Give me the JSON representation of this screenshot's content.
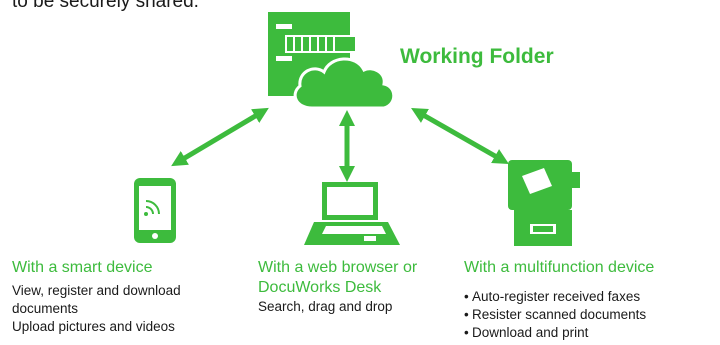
{
  "intro": {
    "text": "to be securely shared."
  },
  "hub": {
    "title": "Working Folder",
    "icon": "cabinet-cloud-icon"
  },
  "colors": {
    "accent": "#3dbb3d",
    "text": "#1a1a1a"
  },
  "columns": [
    {
      "title": "With a smart device",
      "icon": "smartphone-icon",
      "lines": [
        "View, register and download",
        "documents",
        "Upload pictures and videos"
      ]
    },
    {
      "title_lines": [
        "With a web browser or",
        "DocuWorks Desk"
      ],
      "icon": "laptop-icon",
      "lines": [
        "Search, drag and drop"
      ]
    },
    {
      "title": "With a multifunction device",
      "icon": "multifunction-printer-icon",
      "bullets": [
        "Auto-register received faxes",
        "Resister scanned documents",
        "Download and print"
      ]
    }
  ]
}
